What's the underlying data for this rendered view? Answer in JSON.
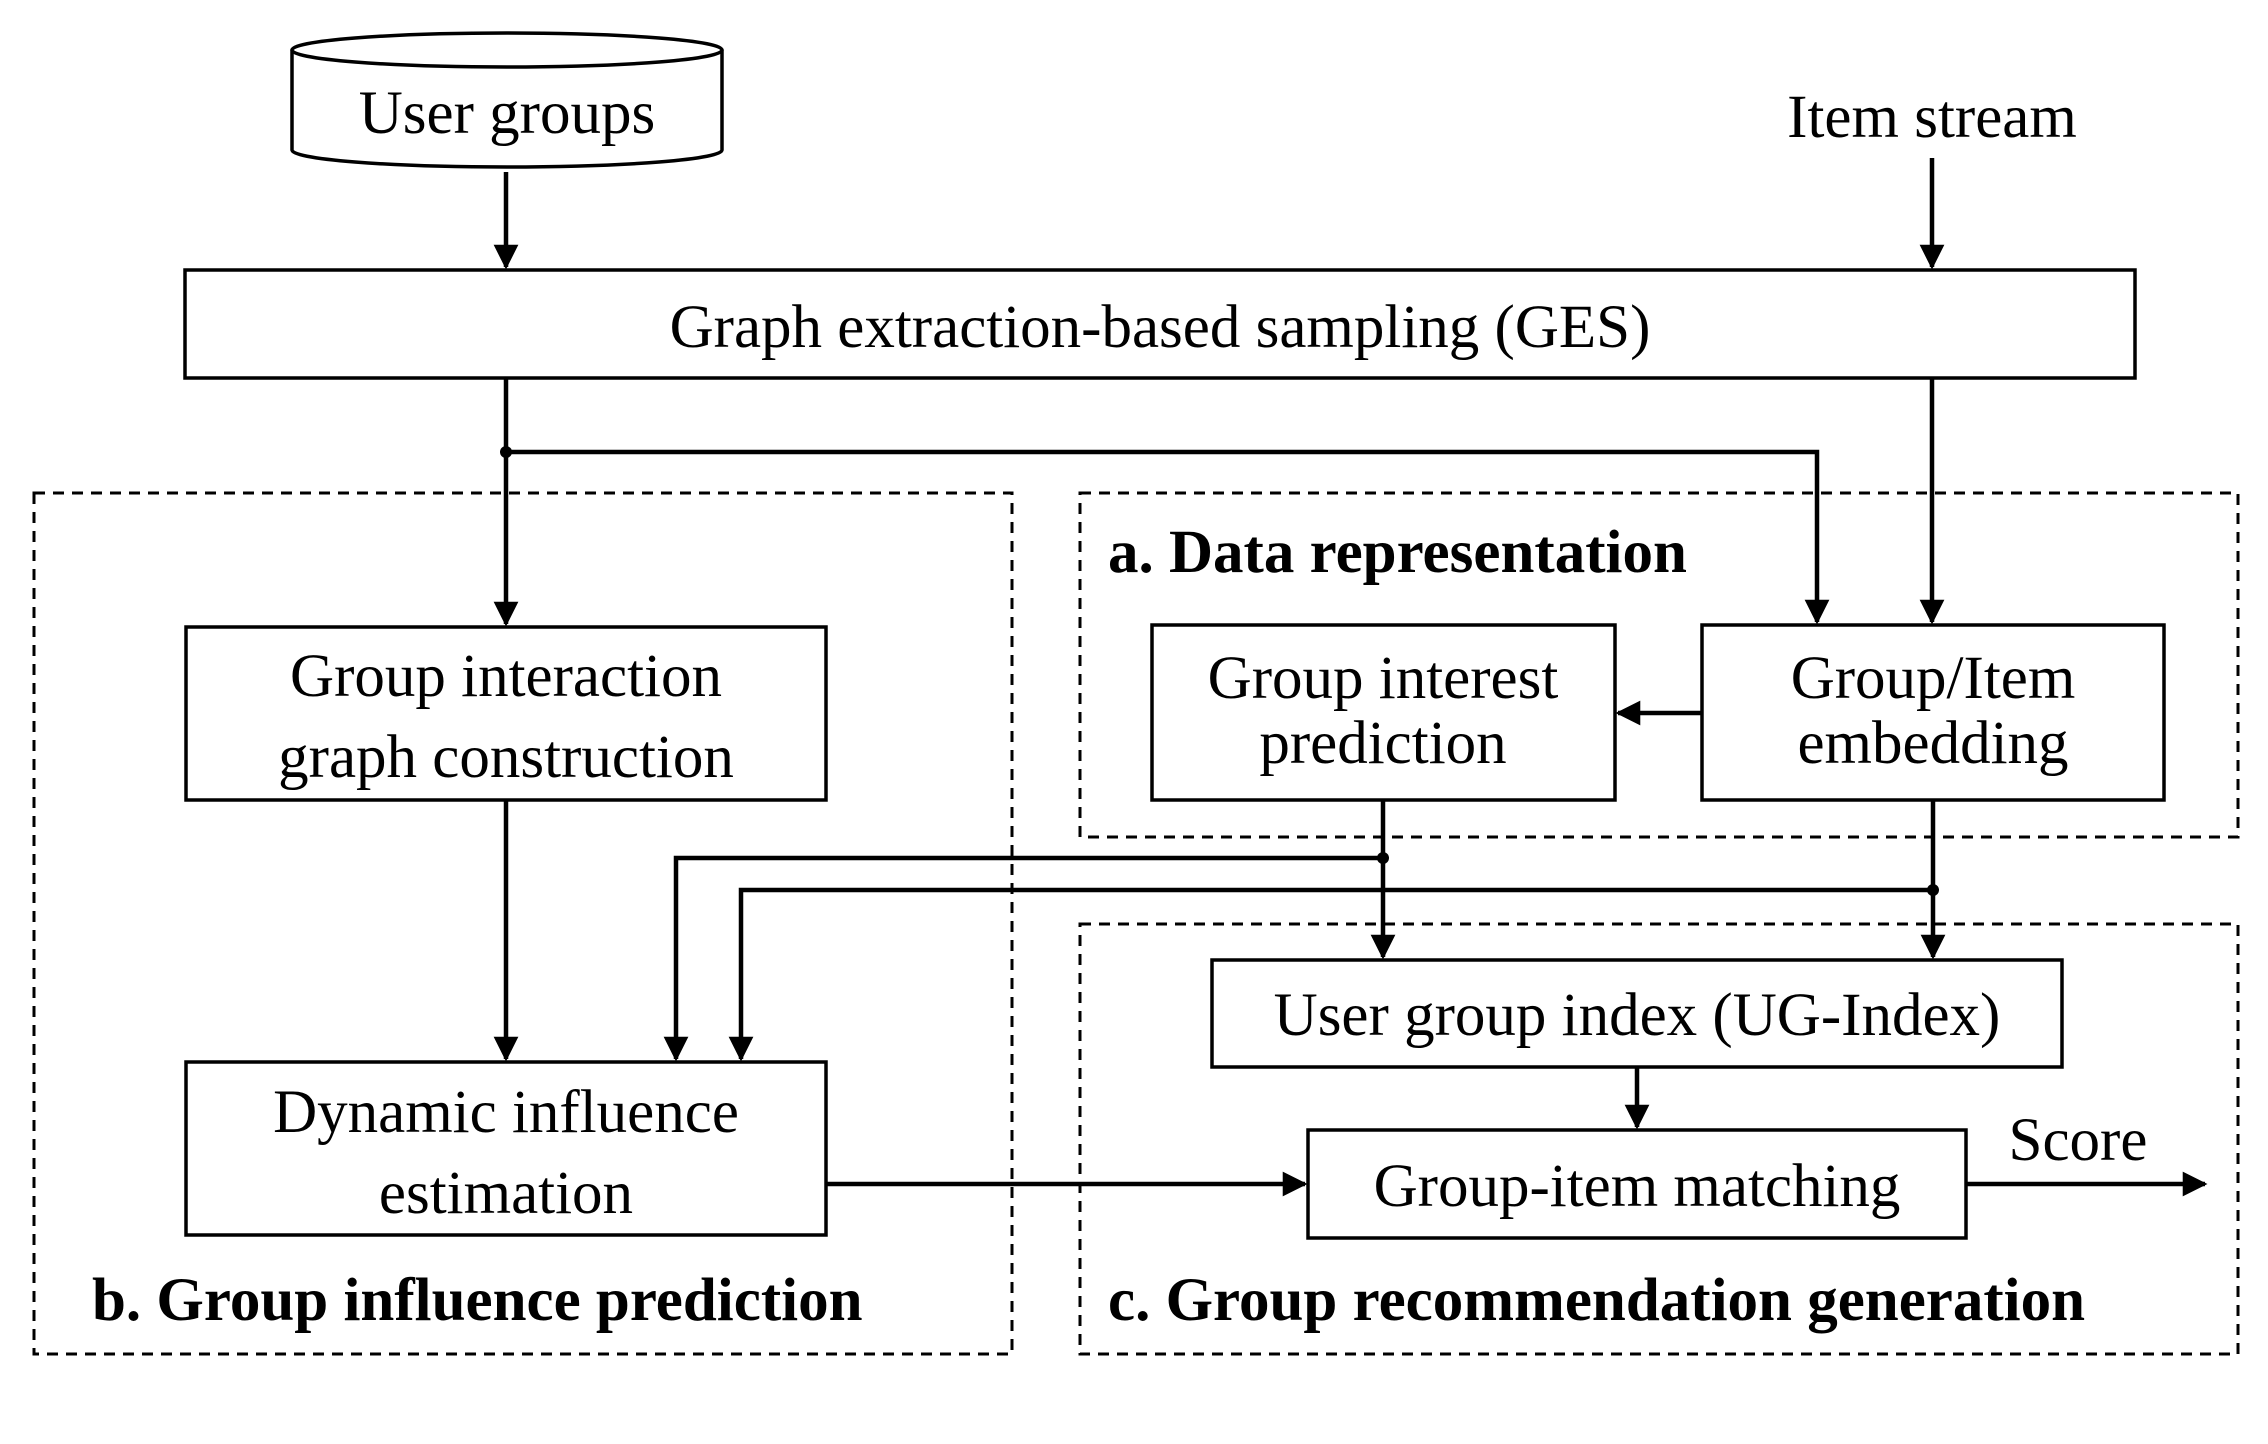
{
  "sources": {
    "user_groups": "User groups",
    "item_stream": "Item stream"
  },
  "nodes": {
    "ges": "Graph extraction-based sampling (GES)",
    "group_interaction_line1": "Group interaction",
    "group_interaction_line2": "graph construction",
    "dynamic_influence_line1": "Dynamic influence",
    "dynamic_influence_line2": "estimation",
    "group_interest_line1": "Group interest",
    "group_interest_line2": "prediction",
    "embedding_line1": "Group/Item",
    "embedding_line2": "embedding",
    "ug_index": "User group index (UG-Index)",
    "matching": "Group-item matching"
  },
  "outputs": {
    "score": "Score"
  },
  "panels": {
    "a": "a. Data representation",
    "b": "b. Group influence prediction",
    "c": "c. Group recommendation generation"
  },
  "colors": {
    "stroke": "#000000",
    "background": "#ffffff"
  }
}
